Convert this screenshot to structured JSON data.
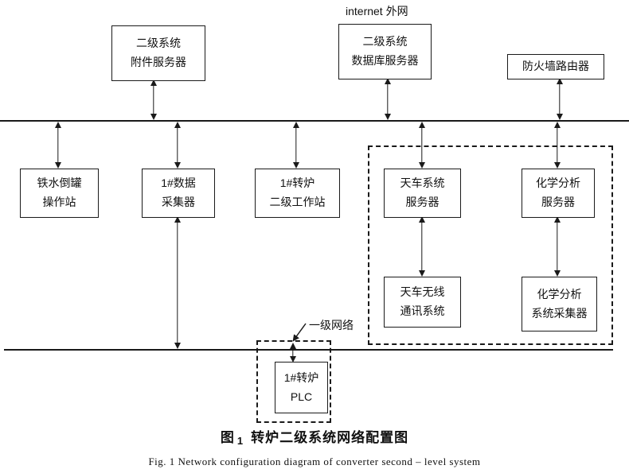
{
  "labels": {
    "internet": "internet 外网",
    "level1_network": "一级网络",
    "caption_zh_prefix": "图",
    "caption_zh_num": "1",
    "caption_zh_title": "转炉二级系统网络配置图",
    "caption_en": "Fig. 1   Network configuration diagram of converter second – level system"
  },
  "nodes": {
    "accessory_server": {
      "line1": "二级系统",
      "line2": "附件服务器"
    },
    "database_server": {
      "line1": "二级系统",
      "line2": "数据库服务器"
    },
    "firewall_router": {
      "line1": "防火墙路由器"
    },
    "hot_metal_station": {
      "line1": "铁水倒罐",
      "line2": "操作站"
    },
    "data_collector": {
      "line1": "1#数据",
      "line2": "采集器"
    },
    "converter_workstation": {
      "line1": "1#转炉",
      "line2": "二级工作站"
    },
    "crane_server": {
      "line1": "天车系统",
      "line2": "服务器"
    },
    "chem_server": {
      "line1": "化学分析",
      "line2": "服务器"
    },
    "crane_wireless": {
      "line1": "天车无线",
      "line2": "通讯系统"
    },
    "chem_collector": {
      "line1": "化学分析",
      "line2": "系统采集器"
    },
    "converter_plc": {
      "line1": "1#转炉",
      "line2": "PLC"
    }
  },
  "colors": {
    "line": "#1a1a1a",
    "background": "#ffffff"
  }
}
